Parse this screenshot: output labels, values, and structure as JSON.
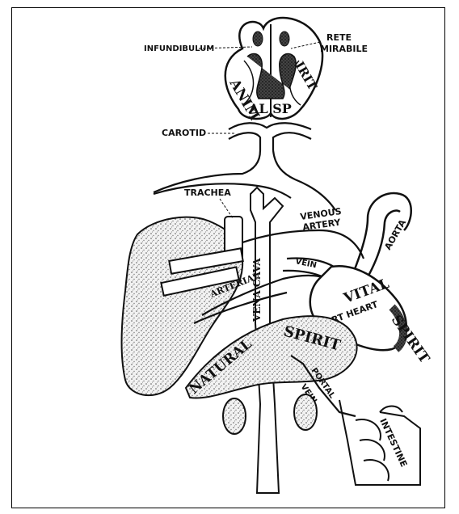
{
  "labels": {
    "infundibulum": "INFUNDIBULUM",
    "rete": "RETE",
    "mirabile": "MIRABILE",
    "animal": "ANIM",
    "animal2": "AL SP",
    "animal3": "IRIT",
    "carotid": "CAROTID",
    "trachea": "TRACHEA",
    "venous": "VENOUS",
    "artery": "ARTERY",
    "aorta": "AORTA",
    "vein": "VEIN",
    "arterial": "ARTERIAL",
    "vena_cava": "VENA CAVA",
    "vital": "VITAL",
    "spirit_vital": "SPIRIT",
    "rt_heart": "RT HEART",
    "spirit_natural": "SPIRIT",
    "natural": "NATURAL",
    "portal": "PORTAL",
    "vein2": "VEIN",
    "intestine": "INTESTINE"
  },
  "colors": {
    "ink": "#111111",
    "stipple": "#8a8a8a"
  }
}
